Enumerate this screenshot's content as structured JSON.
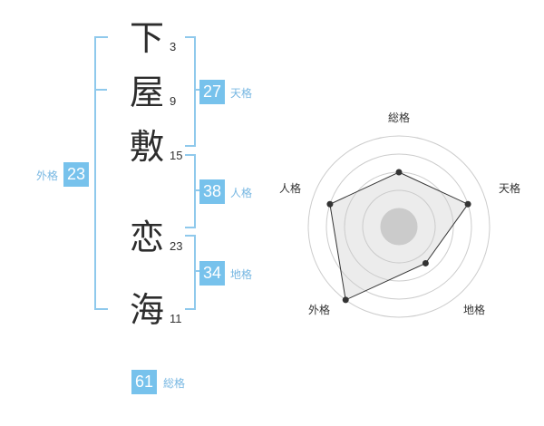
{
  "name": {
    "characters": [
      {
        "char": "下",
        "strokes": "3"
      },
      {
        "char": "屋",
        "strokes": "9"
      },
      {
        "char": "敷",
        "strokes": "15"
      },
      {
        "char": "恋",
        "strokes": "23"
      },
      {
        "char": "海",
        "strokes": "11"
      }
    ]
  },
  "scores": {
    "tenkaku": {
      "value": "27",
      "label": "天格"
    },
    "jinkaku": {
      "value": "38",
      "label": "人格"
    },
    "chikaku": {
      "value": "34",
      "label": "地格"
    },
    "gaikaku": {
      "value": "23",
      "label": "外格"
    },
    "soukaku": {
      "value": "61",
      "label": "総格"
    }
  },
  "colors": {
    "accent": "#77c2ec",
    "bracket": "#8fc9ec",
    "accent_text": "#77b7e2"
  },
  "chart_data": {
    "type": "radar",
    "axes": [
      "総格",
      "天格",
      "地格",
      "外格",
      "人格"
    ],
    "values": [
      3,
      4,
      2.5,
      5,
      4
    ],
    "rmax": 5,
    "rings": 5
  }
}
